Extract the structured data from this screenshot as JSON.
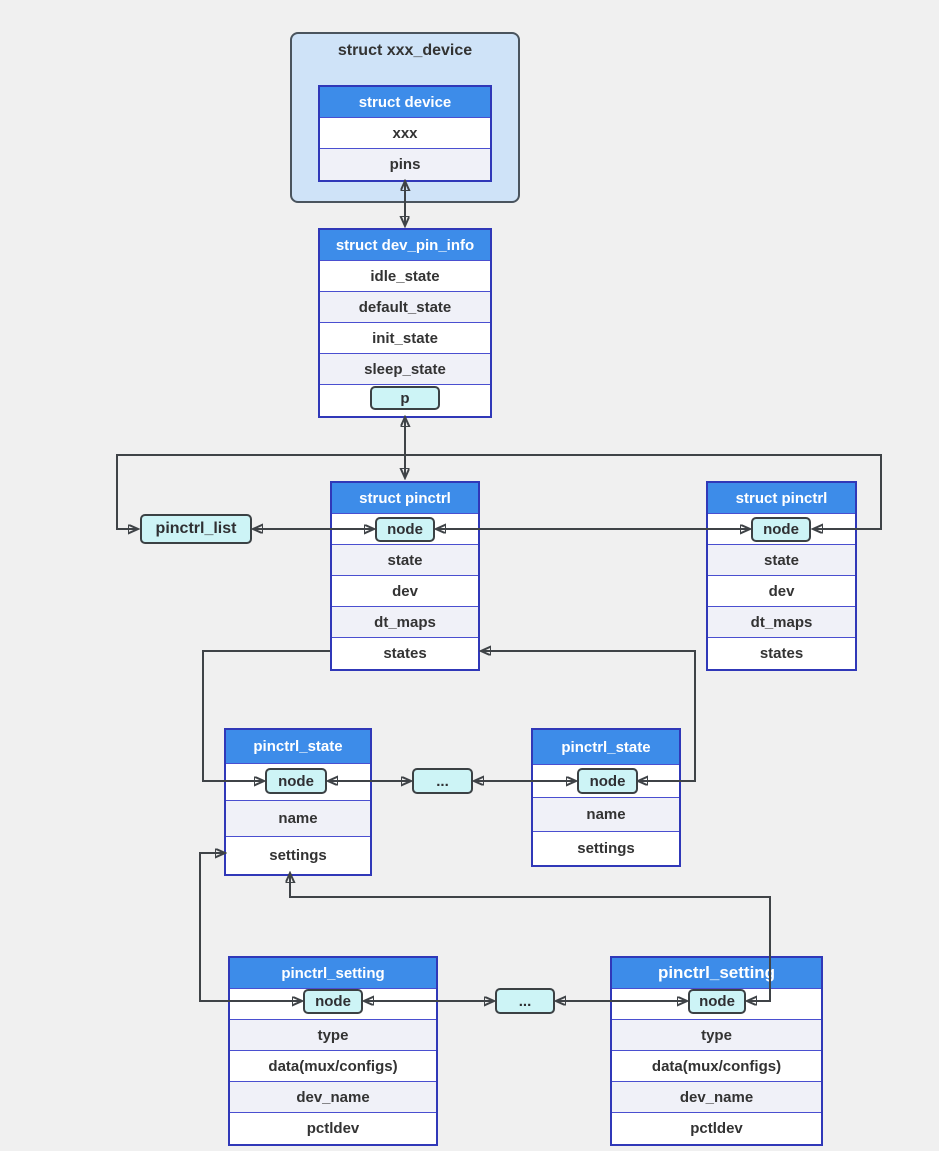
{
  "container": {
    "title": "struct xxx_device"
  },
  "tables": [
    {
      "id": "device",
      "title": "struct device",
      "rows": [
        {
          "text": "xxx"
        },
        {
          "text": "pins"
        }
      ]
    },
    {
      "id": "dev_pin_info",
      "title": "struct dev_pin_info",
      "rows": [
        {
          "text": "idle_state"
        },
        {
          "text": "default_state"
        },
        {
          "text": "init_state"
        },
        {
          "text": "sleep_state"
        },
        {
          "box": "p"
        }
      ]
    },
    {
      "id": "pinctrl_left",
      "title": "struct pinctrl",
      "rows": [
        {
          "box": "node"
        },
        {
          "text": "state"
        },
        {
          "text": "dev"
        },
        {
          "text": "dt_maps"
        },
        {
          "text": "states"
        }
      ]
    },
    {
      "id": "pinctrl_right",
      "title": "struct pinctrl",
      "rows": [
        {
          "box": "node"
        },
        {
          "text": "state"
        },
        {
          "text": "dev"
        },
        {
          "text": "dt_maps"
        },
        {
          "text": "states"
        }
      ]
    },
    {
      "id": "state_left",
      "title": "pinctrl_state",
      "rows": [
        {
          "box": "node"
        },
        {
          "text": "name"
        },
        {
          "text": "settings"
        }
      ]
    },
    {
      "id": "state_right",
      "title": "pinctrl_state",
      "rows": [
        {
          "box": "node"
        },
        {
          "text": "name"
        },
        {
          "text": "settings"
        }
      ]
    },
    {
      "id": "setting_left",
      "title": "pinctrl_setting",
      "rows": [
        {
          "box": "node"
        },
        {
          "text": "type"
        },
        {
          "text": "data(mux/configs)"
        },
        {
          "text": "dev_name"
        },
        {
          "text": "pctldev"
        }
      ]
    },
    {
      "id": "setting_right",
      "title": "pinctrl_setting",
      "rows": [
        {
          "box": "node"
        },
        {
          "text": "type"
        },
        {
          "text": "data(mux/configs)"
        },
        {
          "text": "dev_name"
        },
        {
          "text": "pctldev"
        }
      ]
    }
  ],
  "standalone_boxes": [
    {
      "id": "pinctrl_list",
      "label": "pinctrl_list"
    },
    {
      "id": "ellipsis_state",
      "label": "..."
    },
    {
      "id": "ellipsis_setting",
      "label": "..."
    }
  ],
  "colors": {
    "background": "#f0f0f0",
    "header_blue": "#3d8ce9",
    "table_border": "#3038b8",
    "row_separator": "#4a4fd0",
    "row_alt": "#f0f1f8",
    "cyan_fill": "#cdf4f6",
    "cyan_border": "#3b4144",
    "container_fill": "#cfe3f8",
    "container_border": "#4a545e",
    "line": "#3f4347",
    "text": "#333333"
  }
}
